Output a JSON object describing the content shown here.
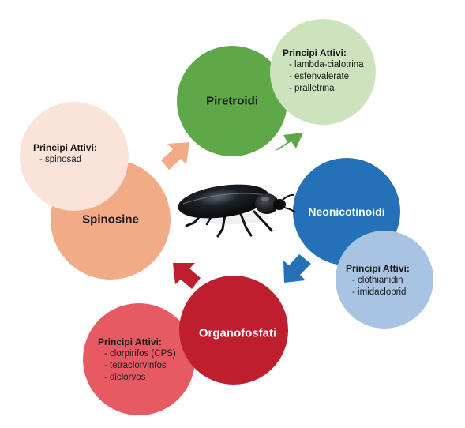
{
  "diagram": {
    "center_icon": "beetle-icon",
    "nodes": [
      {
        "id": "piretroidi",
        "title": "Piretroidi",
        "color": "#5ea84a",
        "title_color": "#1a1a1a",
        "detail_color": "#cde3bd",
        "detail": {
          "heading": "Principi Attivi:",
          "items": [
            "lambda-cialotrina",
            "esfenvalerate",
            "pralletrina"
          ]
        }
      },
      {
        "id": "neonicotinoidi",
        "title": "Neonicotinoidi",
        "color": "#2571b7",
        "title_color": "#ffffff",
        "detail_color": "#a9c3e3",
        "detail": {
          "heading": "Principi Attivi:",
          "items": [
            "clothianidin",
            "imidacloprid"
          ]
        }
      },
      {
        "id": "organofosfati",
        "title": "Organofosfati",
        "color": "#be1e2d",
        "title_color": "#ffffff",
        "detail_color": "#e85a63",
        "detail": {
          "heading": "Principi Attivi:",
          "items": [
            "clorpirifos (CPS)",
            "tetraclorvinfos",
            "diclorvos"
          ]
        }
      },
      {
        "id": "spinosine",
        "title": "Spinosine",
        "color": "#f1ab87",
        "title_color": "#1a1a1a",
        "detail_color": "#fae3d9",
        "detail": {
          "heading": "Principi Attivi:",
          "items": [
            "spinosad"
          ]
        }
      }
    ],
    "arrow_colors": [
      "#f1ab87",
      "#5ea84a",
      "#2571b7",
      "#be1e2d"
    ]
  }
}
